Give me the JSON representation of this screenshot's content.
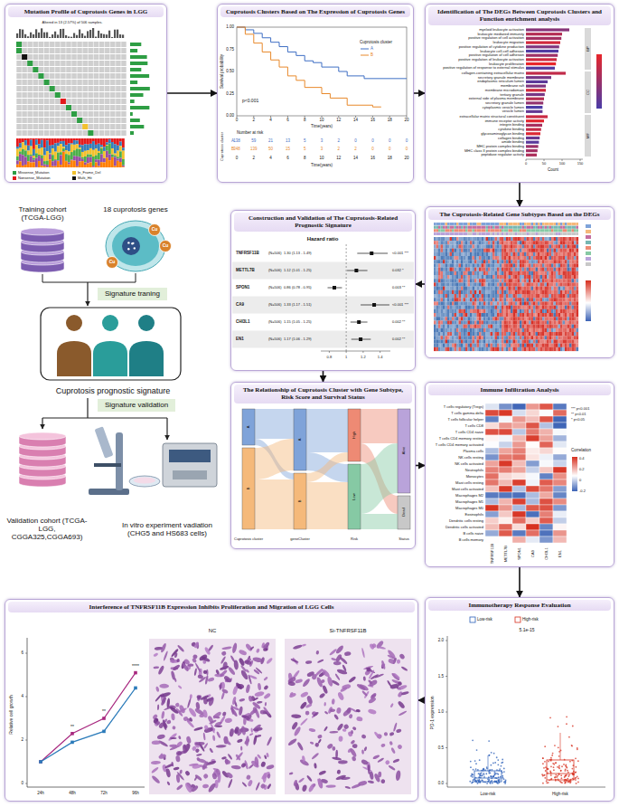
{
  "diagram": {
    "nodes": [
      {
        "text": [
          "Mutation Profile of Cuprotosis Genes in LGG"
        ]
      },
      {
        "text": [
          "Cuprotosis Clusters Based on The Expression of Cuprotosis Genes"
        ]
      },
      {
        "text": [
          "Identification of The DEGs Between Cuprotosis Clusters and Function enrichment analysis"
        ]
      },
      {
        "text": [
          "The Cuprotosis-Related Gene Subtypes Based on the DEGs"
        ]
      },
      {
        "text": [
          "Construction and Validation of The Cuprotosis-Related Prognostic Signature"
        ]
      },
      {
        "text": [
          "The Relationship of Cuprotosis Cluster with Gene Subtype, Risk Score and Survival Status"
        ]
      },
      {
        "text": [
          "Immune Infiltration Analysis"
        ]
      },
      {
        "text": [
          "Immunotherapy Response Evaluation"
        ]
      },
      {
        "text": [
          "Interference of TNFRSF11B Expression Inhibits Proliferation and Migration of LGG Cells"
        ]
      },
      {
        "text": [
          "Signature traning"
        ]
      },
      {
        "text": [
          "Signature validation"
        ]
      }
    ],
    "edges": [
      {
        "from": 0,
        "to": 1,
        "arrow": "to"
      },
      {
        "from": 1,
        "to": 2,
        "arrow": "to"
      },
      {
        "from": 2,
        "to": 3,
        "arrow": "to"
      },
      {
        "from": 3,
        "to": 4,
        "arrow": "to"
      },
      {
        "from": 4,
        "to": 5,
        "arrow": "to"
      },
      {
        "from": 5,
        "to": 6,
        "arrow": "to"
      },
      {
        "from": 6,
        "to": 7,
        "arrow": "to"
      },
      {
        "from": 7,
        "to": 8,
        "arrow": "to"
      }
    ],
    "labels": [
      "Altered in 13 (2.57%) of 506 samples.",
      "Survival probability",
      "1.00",
      "0.75",
      "0.50",
      "0.25",
      "0.00",
      "0",
      "2",
      "4",
      "6",
      "8",
      "10",
      "12",
      "14",
      "16",
      "18",
      "20",
      "Time(years)",
      "p<0.001",
      "Cuprotosis cluster",
      "A",
      "B",
      "Number at risk",
      "Cuprotosis cluster",
      "A",
      "B",
      "138",
      "59",
      "21",
      "13",
      "5",
      "3",
      "2",
      "0",
      "0",
      "0",
      "0",
      "348",
      "139",
      "50",
      "15",
      "5",
      "3",
      "2",
      "2",
      "0",
      "0",
      "0",
      "0",
      "2",
      "4",
      "6",
      "8",
      "10",
      "12",
      "14",
      "16",
      "18",
      "20",
      "Time(years)",
      "myeloid leukocyte activation",
      "leukocyte mediated immunity",
      "positive regulation of cell activation",
      "leukocyte migration",
      "positive regulation of cytokine production",
      "leukocyte cell-cell adhesion",
      "positive regulation of cell adhesion",
      "positive regulation of leukocyte activation",
      "leukocyte proliferation",
      "positive regulation of response to external stimulus",
      "collagen-containing extracellular matrix",
      "secretory granule membrane",
      "endoplasmic reticulum lumen",
      "membrane raft",
      "membrane microdomain",
      "tertiary granule",
      "external side of plasma membrane",
      "secretory granule lumen",
      "cytoplasmic vesicle lumen",
      "vesicle lumen",
      "extracellular matrix structural constituent",
      "immune receptor activity",
      "integrin binding",
      "cytokine binding",
      "glycosaminoglycan binding",
      "collagen binding",
      "amide binding",
      "MHC protein complex binding",
      "MHC class II protein complex binding",
      "peptidase regulator activity",
      "0",
      "50",
      "100",
      "150",
      "Count",
      "BP",
      "CC",
      "MF",
      "Hazard ratio",
      "TNFRSF11B",
      "METTL7B",
      "SPON1",
      "CA9",
      "CHI3L1",
      "EN1",
      "(N=506)",
      "(N=506)",
      "(N=506)",
      "(N=506)",
      "(N=506)",
      "(N=506)",
      "1.30 (1.13 - 1.49)",
      "1.12 (1.01 - 1.25)",
      "0.86 (0.78 - 0.95)",
      "1.33 (1.17 - 1.51)",
      "1.15 (1.05 - 1.25)",
      "1.17 (1.06 - 1.29)",
      "<0.001 ***",
      "0.032 *",
      "0.003 **",
      "<0.001 ***",
      "0.002 **",
      "0.002 **",
      "0.8",
      "1",
      "1.2",
      "1.4",
      "A",
      "B",
      "A",
      "B",
      "High",
      "Low",
      "Alive",
      "Dead",
      "Cuprotosis cluster",
      "geneCluster",
      "Risk",
      "Status",
      "T cells regulatory (Tregs)",
      "T cells gamma delta",
      "T cells follicular helper",
      "T cells CD8",
      "T cells CD4 naive",
      "T cells CD4 memory resting",
      "T cells CD4 memory activated",
      "Plasma cells",
      "NK cells resting",
      "NK cells activated",
      "Neutrophils",
      "Monocytes",
      "Mast cells resting",
      "Mast cells activated",
      "Macrophages M2",
      "Macrophages M1",
      "Macrophages M0",
      "Eosinophils",
      "Dendritic cells resting",
      "Dendritic cells activated",
      "B cells naive",
      "B cells memory",
      "TNFRSF11B",
      "METTL7B",
      "SPON1",
      "CA9",
      "CHI3L1",
      "EN1",
      "*** p<0.001",
      "** p<0.01",
      "* p<0.05",
      "Correlation",
      "0.4",
      "0.2",
      "0",
      "-0.2",
      "Low-risk",
      "High-risk",
      "5.1e-15",
      "0.0",
      "0.5",
      "1.0",
      "1.5",
      "2.0",
      "PD-1 expression",
      "Low-risk",
      "High-risk",
      "Relative cell growth",
      "0",
      "2",
      "4",
      "6",
      "24h",
      "48h",
      "72h",
      "96h",
      "**",
      "**",
      "****",
      "NC",
      "Si-TNFRSF11B",
      "Training cohort (TCGA-LGG)",
      "18 cuprotosis genes",
      "Cu",
      "Cu",
      "Cu",
      "Cuprotosis prognostic signature",
      "Validation cohort (TCGA-LGG, CGGA325,CGGA693)",
      "In vitro experiment vadiation (CHG5 and HS683 cells)"
    ],
    "legend": [
      {
        "text": "Missense_Mutation",
        "color": "#2e9e44"
      },
      {
        "text": "Nonsense_Mutation",
        "color": "#e41a1c"
      },
      {
        "text": "In_Frame_Del",
        "color": "#f2c12e"
      },
      {
        "text": "Multi_Hit",
        "color": "#111111"
      }
    ]
  }
}
